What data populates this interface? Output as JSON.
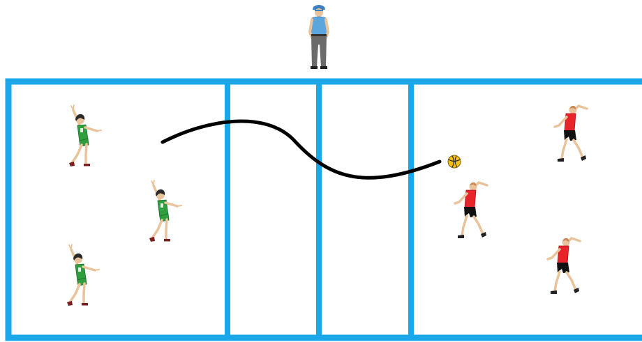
{
  "scene": {
    "description_icons": {
      "referee": "referee-figure",
      "team_left": "green-player-figure",
      "team_right": "red-player-figure",
      "ball": "volleyball-icon",
      "trajectory": "ball-trajectory-curve"
    },
    "colors": {
      "court_lines": "#1aa8ea",
      "trajectory": "#000000",
      "team_left_shirt": "#2e9e3e",
      "team_right_shirt": "#e8232a",
      "shorts_right": "#111111",
      "referee_shirt": "#5aa6dd",
      "referee_pants": "#6b6b6b",
      "ball": "#f2c21b",
      "background": "#ffffff"
    }
  }
}
